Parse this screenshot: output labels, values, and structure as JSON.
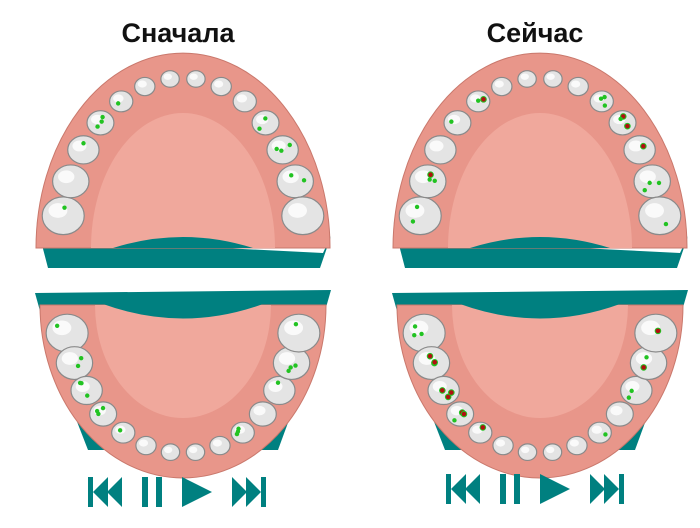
{
  "panels": [
    {
      "title": "Сначала",
      "marks": "green"
    },
    {
      "title": "Сейчас",
      "marks": "green-red"
    }
  ],
  "controls": [
    "skip-back",
    "pause",
    "play",
    "skip-forward"
  ],
  "colors": {
    "accent": "#008080",
    "gum": "#e8968a",
    "palate": "#f0a89c",
    "tooth": "#e4e4e4",
    "mark_green": "#22c322",
    "mark_red": "#b01010"
  }
}
